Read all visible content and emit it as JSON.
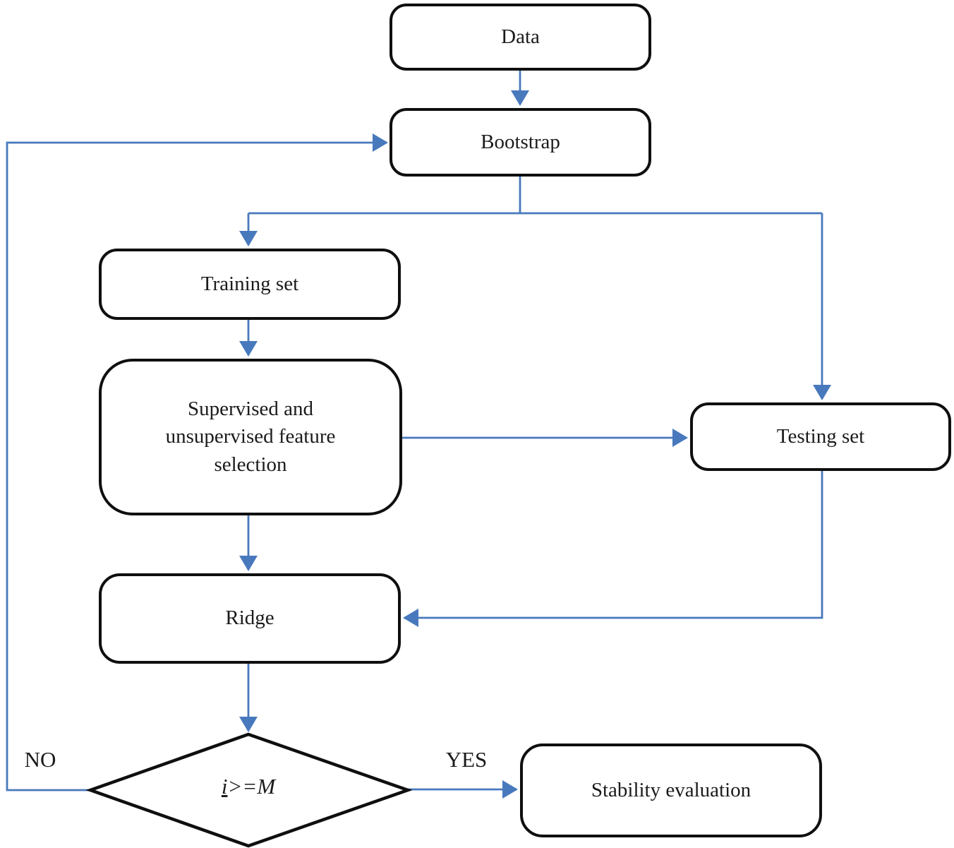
{
  "diagram": {
    "kind": "flowchart",
    "description": "Bootstrap-based feature selection and stability evaluation workflow"
  },
  "colors": {
    "connector": "#4879bd",
    "box_border": "#0f0f0f",
    "text": "#1b1b1b",
    "background": "#ffffff"
  },
  "nodes": {
    "data": {
      "label": "Data"
    },
    "bootstrap": {
      "label": "Bootstrap"
    },
    "training_set": {
      "label": "Training set"
    },
    "feature_selection": {
      "label": "Supervised and unsupervised feature selection"
    },
    "testing_set": {
      "label": "Testing set"
    },
    "ridge": {
      "label": "Ridge"
    },
    "decision": {
      "variable": "i",
      "operator": ">=",
      "bound": "M"
    },
    "stability_evaluation": {
      "label": "Stability evaluation"
    }
  },
  "edge_labels": {
    "no": "NO",
    "yes": "YES"
  }
}
